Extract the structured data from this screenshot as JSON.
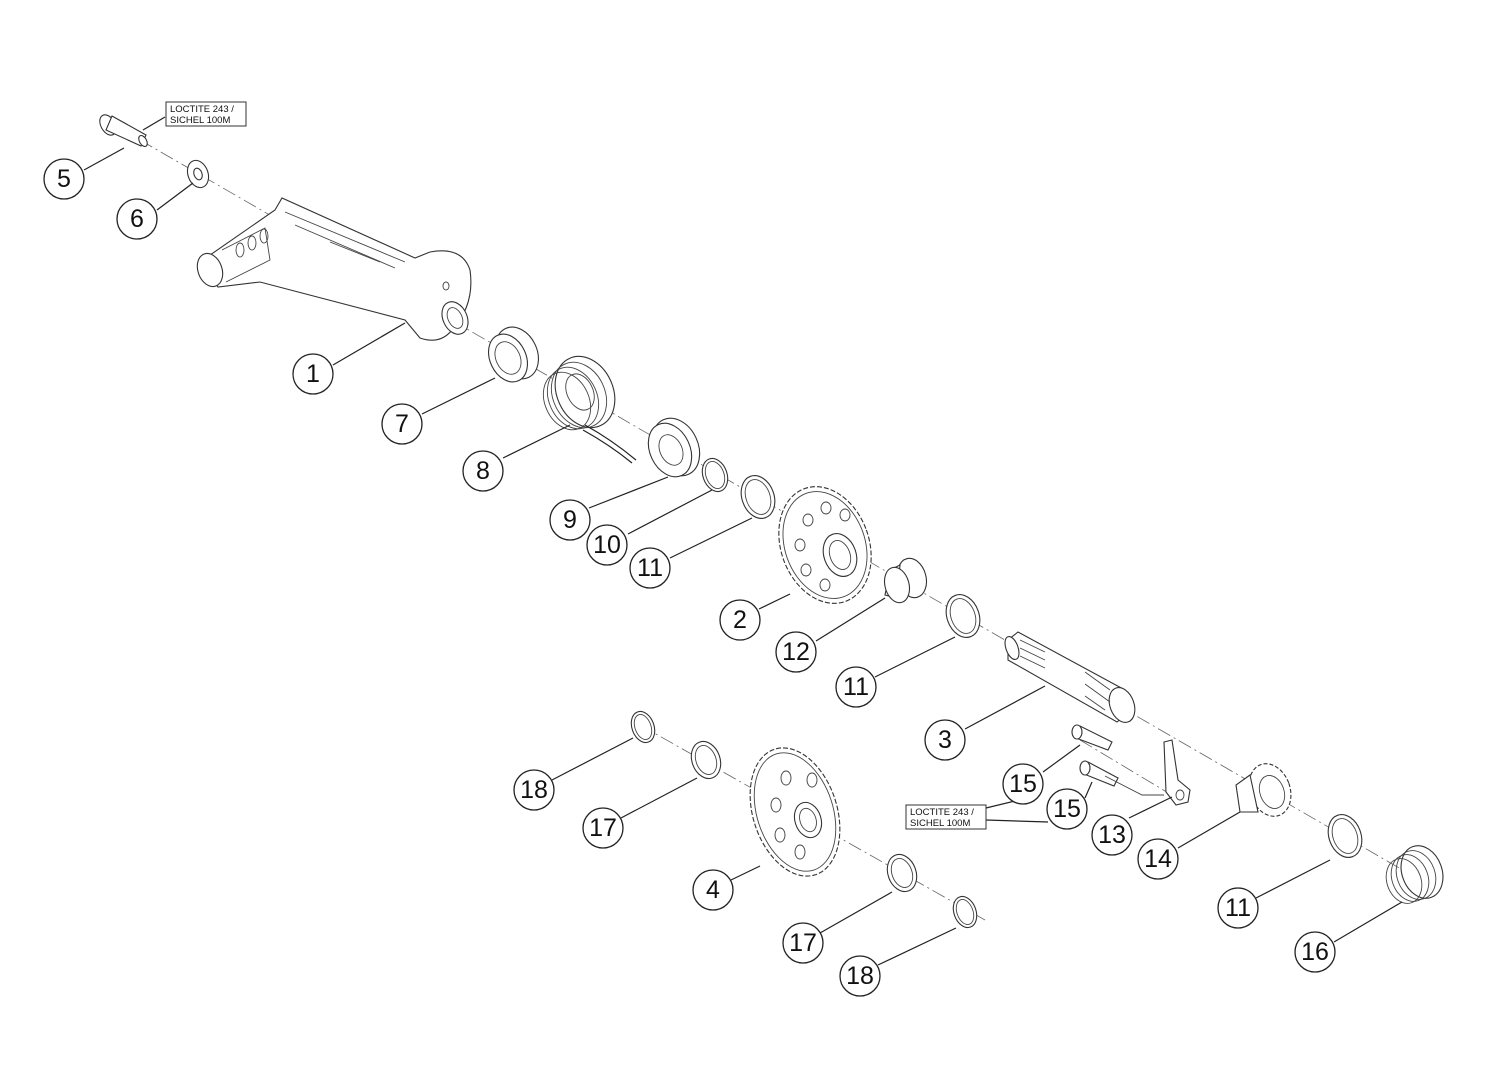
{
  "diagram": {
    "callouts": [
      {
        "id": "c5",
        "label": "5"
      },
      {
        "id": "c6",
        "label": "6"
      },
      {
        "id": "c1",
        "label": "1"
      },
      {
        "id": "c7",
        "label": "7"
      },
      {
        "id": "c8",
        "label": "8"
      },
      {
        "id": "c9",
        "label": "9"
      },
      {
        "id": "c10",
        "label": "10"
      },
      {
        "id": "c11a",
        "label": "11"
      },
      {
        "id": "c2",
        "label": "2"
      },
      {
        "id": "c12",
        "label": "12"
      },
      {
        "id": "c11b",
        "label": "11"
      },
      {
        "id": "c3",
        "label": "3"
      },
      {
        "id": "c15a",
        "label": "15"
      },
      {
        "id": "c15b",
        "label": "15"
      },
      {
        "id": "c13",
        "label": "13"
      },
      {
        "id": "c14",
        "label": "14"
      },
      {
        "id": "c11c",
        "label": "11"
      },
      {
        "id": "c16",
        "label": "16"
      },
      {
        "id": "c18a",
        "label": "18"
      },
      {
        "id": "c17a",
        "label": "17"
      },
      {
        "id": "c4",
        "label": "4"
      },
      {
        "id": "c17b",
        "label": "17"
      },
      {
        "id": "c18b",
        "label": "18"
      }
    ],
    "notes": [
      {
        "id": "note-top",
        "line1": "LOCTITE 243 /",
        "line2": "SICHEL 100M"
      },
      {
        "id": "note-bottom",
        "line1": "LOCTITE 243 /",
        "line2": "SICHEL 100M"
      }
    ]
  }
}
